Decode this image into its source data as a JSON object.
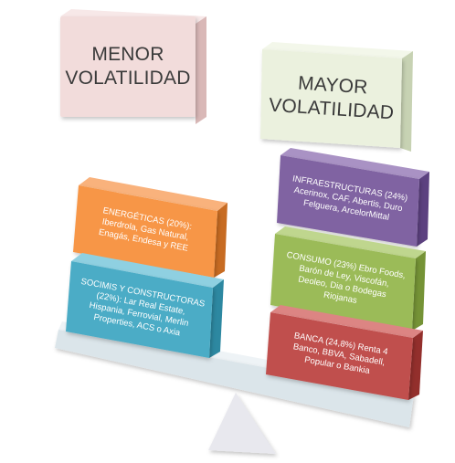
{
  "headers": {
    "left": {
      "lines": [
        "MENOR",
        "VOLATILIDAD"
      ],
      "fill": "#f2dcdb"
    },
    "right": {
      "lines": [
        "MAYOR",
        "VOLATILIDAD"
      ],
      "fill": "#ebf1de"
    }
  },
  "left_boxes": [
    {
      "lines": [
        "ENERGÉTICAS (20%):",
        "Iberdrola, Gas Natural,",
        "Enagás, Endesa y REE"
      ],
      "fill": "#f79646"
    },
    {
      "lines": [
        "SOCIMIS Y CONSTRUCTORAS",
        "(22%): Lar Real Estate,",
        "Hispania, Ferrovial, Merlin",
        "Properties, ACS o Axia"
      ],
      "fill": "#4bacc6"
    }
  ],
  "right_boxes": [
    {
      "lines": [
        "INFRAESTRUCTURAS (24%)",
        "Acerinox, CAF, Abertis, Duro",
        "Felguera, ArcelorMittal"
      ],
      "fill": "#8064a2"
    },
    {
      "lines": [
        "CONSUMO (23%) Ebro Foods,",
        "Barón de Ley, Viscofán,",
        "Deoleo, Dia o Bodegas",
        "Riojanas"
      ],
      "fill": "#9bbb59"
    },
    {
      "lines": [
        "BANCA (24,8%) Renta 4",
        "Banco, BBVA, Sabadell,",
        "Popular o Bankia"
      ],
      "fill": "#c0504d"
    }
  ],
  "scale": {
    "beam_fill": "#dbe5ea",
    "fulcrum_fill": "#e3e3ea"
  }
}
